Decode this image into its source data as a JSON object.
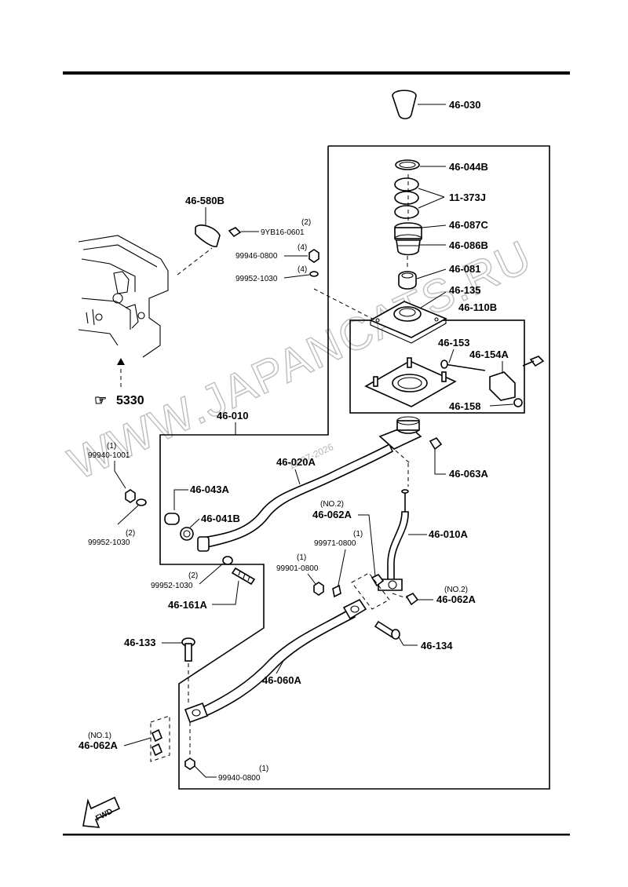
{
  "watermark": {
    "site": "WWW.JAPANCATS.RU",
    "code": "12-07-2026"
  },
  "reference": {
    "arrow": "☞",
    "number": "5330"
  },
  "fwd_label": "FWD",
  "parts": {
    "p46_030": "46-030",
    "p46_044b": "46-044B",
    "p11_373j": "11-373J",
    "p46_087c": "46-087C",
    "p46_086b": "46-086B",
    "p46_081": "46-081",
    "p46_135": "46-135",
    "p46_110b": "46-110B",
    "p46_153": "46-153",
    "p46_154a": "46-154A",
    "p46_158": "46-158",
    "p46_580b": "46-580B",
    "p46_010": "46-010",
    "p46_020a": "46-020A",
    "p46_063a": "46-063A",
    "p46_043a": "46-043A",
    "p46_041b": "46-041B",
    "p46_062a_no2_top": "46-062A",
    "p46_010a": "46-010A",
    "p46_161a": "46-161A",
    "p46_062a_no2_right": "46-062A",
    "p46_133": "46-133",
    "p46_134": "46-134",
    "p46_060a": "46-060A",
    "p46_062a_no1": "46-062A"
  },
  "part_notes": {
    "no2_top": "(NO.2)",
    "no2_right": "(NO.2)",
    "no1": "(NO.1)"
  },
  "hardware": {
    "h9yb16": {
      "number": "9YB16-0601",
      "qty": "(2)"
    },
    "h99946": {
      "number": "99946-0800",
      "qty": "(4)"
    },
    "h99952a": {
      "number": "99952-1030",
      "qty": "(4)"
    },
    "h99940a": {
      "number": "99940-1001",
      "qty": "(1)"
    },
    "h99952b": {
      "number": "99952-1030",
      "qty": "(2)"
    },
    "h99952c": {
      "number": "99952-1030",
      "qty": "(2)"
    },
    "h99971": {
      "number": "99971-0800",
      "qty": "(1)"
    },
    "h99901": {
      "number": "99901-0800",
      "qty": "(1)"
    },
    "h99940b": {
      "number": "99940-0800",
      "qty": "(1)"
    }
  }
}
